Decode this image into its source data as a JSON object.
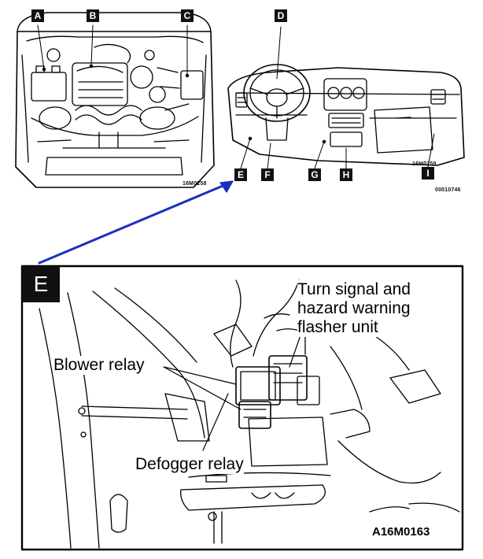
{
  "overview": {
    "labels": {
      "A": "A",
      "B": "B",
      "C": "C",
      "D": "D",
      "E": "E",
      "F": "F",
      "G": "G",
      "H": "H",
      "I": "I"
    },
    "engine_code": "16M0258",
    "dash_code": "16M0259",
    "figure_code": "00010746"
  },
  "detail": {
    "tag": "E",
    "callouts": {
      "turn_signal_line1": "Turn signal and",
      "turn_signal_line2": "hazard warning",
      "turn_signal_line3": "flasher unit",
      "blower_relay": "Blower relay",
      "defogger_relay": "Defogger relay"
    },
    "code": "A16M0163"
  },
  "colors": {
    "arrow": "#1a2fbf",
    "ink": "#000000",
    "label_bg": "#111111"
  }
}
